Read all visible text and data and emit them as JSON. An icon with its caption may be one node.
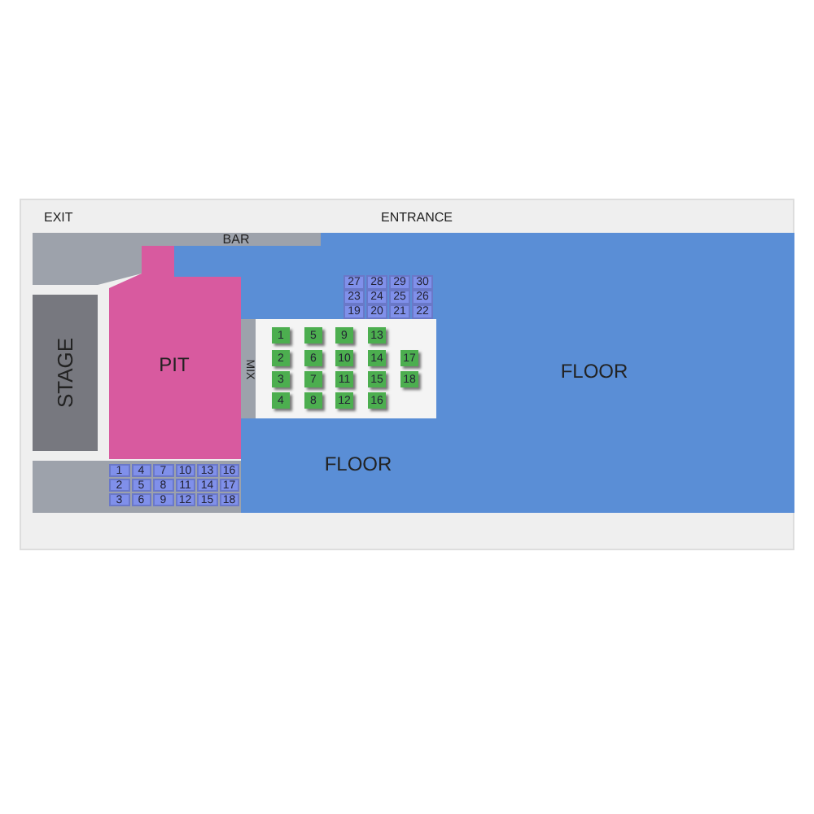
{
  "diagram": {
    "nodes": [
      {
        "text": [
          "BAR"
        ]
      },
      {
        "text": [
          "FLOOR",
          "FLOOR"
        ]
      },
      {
        "text": [
          "27"
        ],
        "in": 1
      },
      {
        "text": [
          "28"
        ],
        "in": 1
      },
      {
        "text": [
          "29"
        ],
        "in": 1
      },
      {
        "text": [
          "30"
        ],
        "in": 1
      },
      {
        "text": [
          "23"
        ],
        "in": 1
      },
      {
        "text": [
          "24"
        ],
        "in": 1
      },
      {
        "text": [
          "25"
        ],
        "in": 1
      },
      {
        "text": [
          "26"
        ],
        "in": 1
      },
      {
        "text": [
          "19"
        ],
        "in": 1
      },
      {
        "text": [
          "20"
        ],
        "in": 1
      },
      {
        "text": [
          "21"
        ],
        "in": 1
      },
      {
        "text": [
          "22"
        ],
        "in": 1
      },
      {
        "text": [
          "STAGE"
        ]
      },
      {
        "text": [
          "PIT"
        ]
      },
      {
        "text": [
          "MIX"
        ],
        "in": 1
      },
      {
        "text": [
          "1"
        ],
        "in": 1
      },
      {
        "text": [
          "5"
        ],
        "in": 1
      },
      {
        "text": [
          "9"
        ],
        "in": 1
      },
      {
        "text": [
          "13"
        ],
        "in": 1
      },
      {
        "text": [
          "2"
        ],
        "in": 1
      },
      {
        "text": [
          "6"
        ],
        "in": 1
      },
      {
        "text": [
          "10"
        ],
        "in": 1
      },
      {
        "text": [
          "14"
        ],
        "in": 1
      },
      {
        "text": [
          "17"
        ],
        "in": 1
      },
      {
        "text": [
          "3"
        ],
        "in": 1
      },
      {
        "text": [
          "7"
        ],
        "in": 1
      },
      {
        "text": [
          "11"
        ],
        "in": 1
      },
      {
        "text": [
          "15"
        ],
        "in": 1
      },
      {
        "text": [
          "18"
        ],
        "in": 1
      },
      {
        "text": [
          "4"
        ],
        "in": 1
      },
      {
        "text": [
          "8"
        ],
        "in": 1
      },
      {
        "text": [
          "12"
        ],
        "in": 1
      },
      {
        "text": [
          "16"
        ],
        "in": 1
      },
      {
        "text": [],
        "shape": "box"
      },
      {
        "text": [
          "1"
        ],
        "in": 35
      },
      {
        "text": [
          "4"
        ],
        "in": 35
      },
      {
        "text": [
          "7"
        ],
        "in": 35
      },
      {
        "text": [
          "10"
        ],
        "in": 35
      },
      {
        "text": [
          "13"
        ],
        "in": 35
      },
      {
        "text": [
          "16"
        ],
        "in": 35
      },
      {
        "text": [
          "2"
        ],
        "in": 35
      },
      {
        "text": [
          "5"
        ],
        "in": 35
      },
      {
        "text": [
          "8"
        ],
        "in": 35
      },
      {
        "text": [
          "11"
        ],
        "in": 35
      },
      {
        "text": [
          "14"
        ],
        "in": 35
      },
      {
        "text": [
          "17"
        ],
        "in": 35
      },
      {
        "text": [
          "3"
        ],
        "in": 35
      },
      {
        "text": [
          "6"
        ],
        "in": 35
      },
      {
        "text": [
          "9"
        ],
        "in": 35
      },
      {
        "text": [
          "12"
        ],
        "in": 35
      },
      {
        "text": [
          "15"
        ],
        "in": 35
      },
      {
        "text": [
          "18"
        ],
        "in": 35
      }
    ],
    "labels": [
      "EXIT",
      "ENTRANCE"
    ]
  }
}
